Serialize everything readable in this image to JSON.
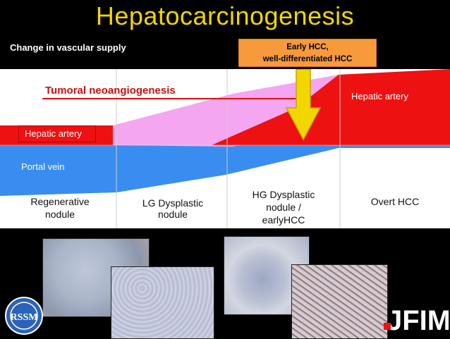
{
  "title": "Hepatocarcinogenesis",
  "subtitle": "Change in vascular supply",
  "callout": {
    "line1": "Early HCC,",
    "line2": "well-differentiated HCC"
  },
  "diagram": {
    "neoangiogenesis_label": "Tumoral neoangiogenesis",
    "hepatic_artery_left": "Hepatic artery",
    "hepatic_artery_right": "Hepatic artery",
    "portal_vein": "Portal vein",
    "stages": [
      {
        "line1": "Regenerative",
        "line2": "nodule",
        "line3": ""
      },
      {
        "line1": "LG Dysplastic",
        "line2": "nodule",
        "line3": ""
      },
      {
        "line1": "HG Dysplastic",
        "line2": "nodule /",
        "line3": "earlyHCC"
      },
      {
        "line1": "Overt HCC",
        "line2": "",
        "line3": ""
      }
    ]
  },
  "colors": {
    "title": "#f2d600",
    "hepatic_artery": "#ee1111",
    "portal_vein": "#3a8df0",
    "neoangiogenesis": "#f4a6f0",
    "callout": "#f79a3c"
  },
  "logos": {
    "left": "RSSM",
    "right": "JFIM"
  }
}
